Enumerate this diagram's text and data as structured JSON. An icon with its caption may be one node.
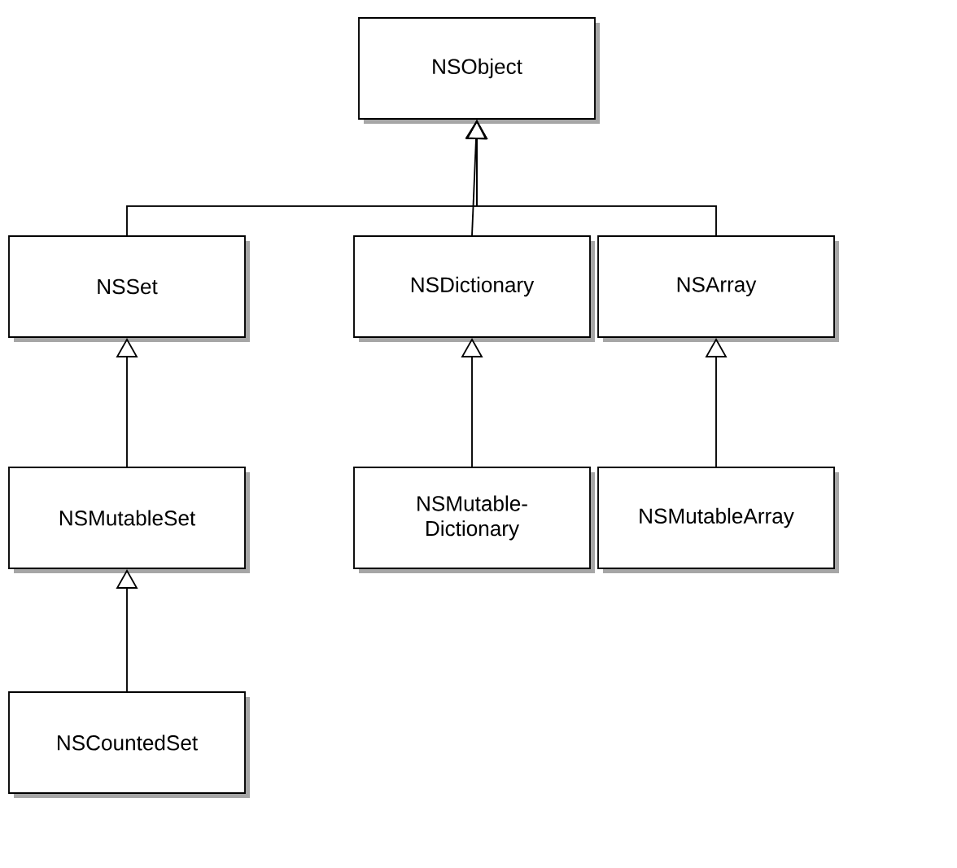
{
  "diagram": {
    "nodes": [
      {
        "text": [
          "NSObject"
        ]
      },
      {
        "text": [
          "NSSet"
        ]
      },
      {
        "text": [
          "NSDictionary"
        ]
      },
      {
        "text": [
          "NSArray"
        ]
      },
      {
        "text": [
          "NSMutableSet"
        ]
      },
      {
        "text": [
          "NSMutable-Dictionary"
        ]
      },
      {
        "text": [
          "NSMutableArray"
        ]
      },
      {
        "text": [
          "NSCountedSet"
        ]
      }
    ],
    "edges": [
      {
        "from": 1,
        "to": 0,
        "arrow": "to"
      },
      {
        "from": 2,
        "to": 0,
        "arrow": "to"
      },
      {
        "from": 3,
        "to": 0,
        "arrow": "to"
      },
      {
        "from": 4,
        "to": 1,
        "arrow": "to"
      },
      {
        "from": 5,
        "to": 2,
        "arrow": "to"
      },
      {
        "from": 6,
        "to": 3,
        "arrow": "to"
      },
      {
        "from": 7,
        "to": 4,
        "arrow": "to"
      }
    ]
  }
}
